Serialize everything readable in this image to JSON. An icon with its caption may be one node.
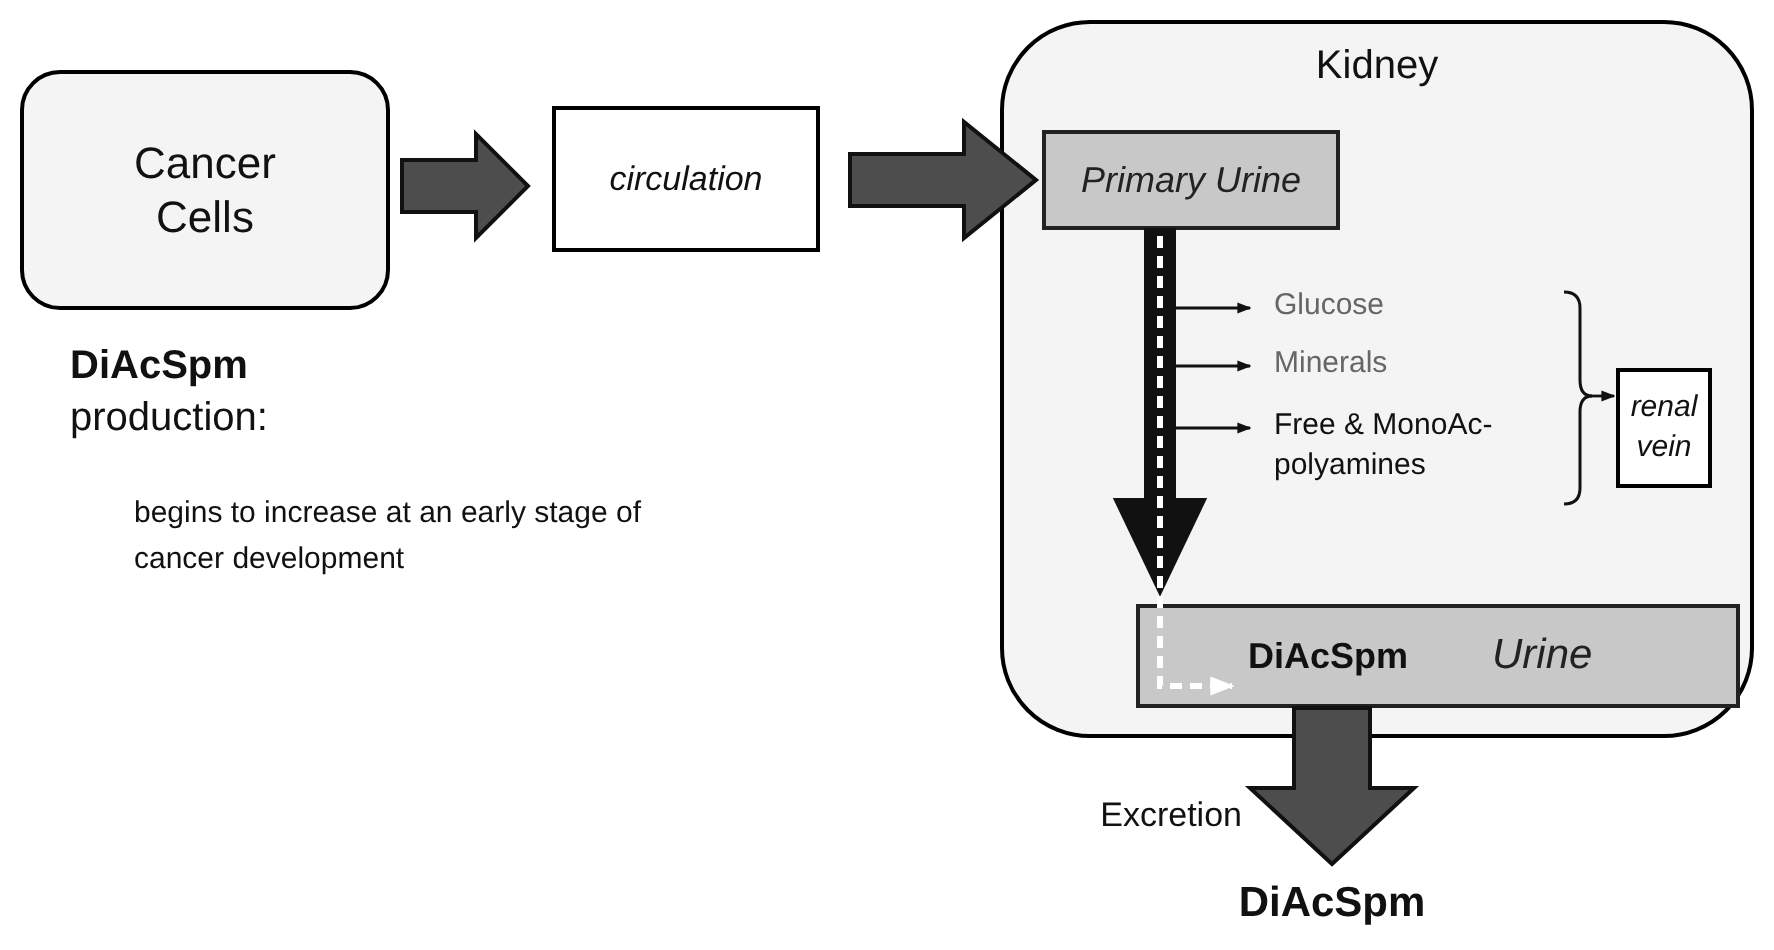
{
  "diagram": {
    "nodes": [
      {
        "text": [
          "Cancer Cells"
        ],
        "beside": [
          "**DiAcSpm** production:",
          "begins to increase at an early stage of cancer development"
        ]
      },
      {
        "text": [
          "circulation"
        ]
      },
      {
        "text": [
          "Kidney"
        ]
      },
      {
        "text": [
          "Primary Urine"
        ],
        "in": 2
      },
      {
        "text": [
          "Glucose"
        ],
        "in": 2
      },
      {
        "text": [
          "Minerals"
        ],
        "in": 2
      },
      {
        "text": [
          "Free & MonoAc-polyamines"
        ],
        "in": 2
      },
      {
        "text": [
          "renal vein"
        ],
        "in": 2
      },
      {
        "text": [
          "DiAcSpm",
          "Urine"
        ],
        "in": 2
      },
      {
        "text": [
          "DiAcSpm"
        ]
      }
    ],
    "edges": [
      {
        "from": 0,
        "to": 1,
        "arrow": "to",
        "style": "thick",
        "color": "#4d4d4d"
      },
      {
        "from": 1,
        "to": 3,
        "arrow": "to",
        "style": "thick",
        "color": "#4d4d4d"
      },
      {
        "from": 3,
        "to": 8,
        "arrow": "to",
        "style": "thick"
      },
      {
        "from": 3,
        "to": 8,
        "arrow": "to",
        "style": "dashed",
        "color": "#ffffff"
      },
      {
        "from": null,
        "to": 4,
        "arrow": "to"
      },
      {
        "from": null,
        "to": 5,
        "arrow": "to"
      },
      {
        "from": null,
        "to": 6,
        "arrow": "to"
      },
      {
        "from": null,
        "to": 7,
        "arrow": "to"
      },
      {
        "from": 8,
        "to": 9,
        "arrow": "to",
        "style": "thick",
        "color": "#4d4d4d",
        "label": "Excretion"
      }
    ]
  }
}
